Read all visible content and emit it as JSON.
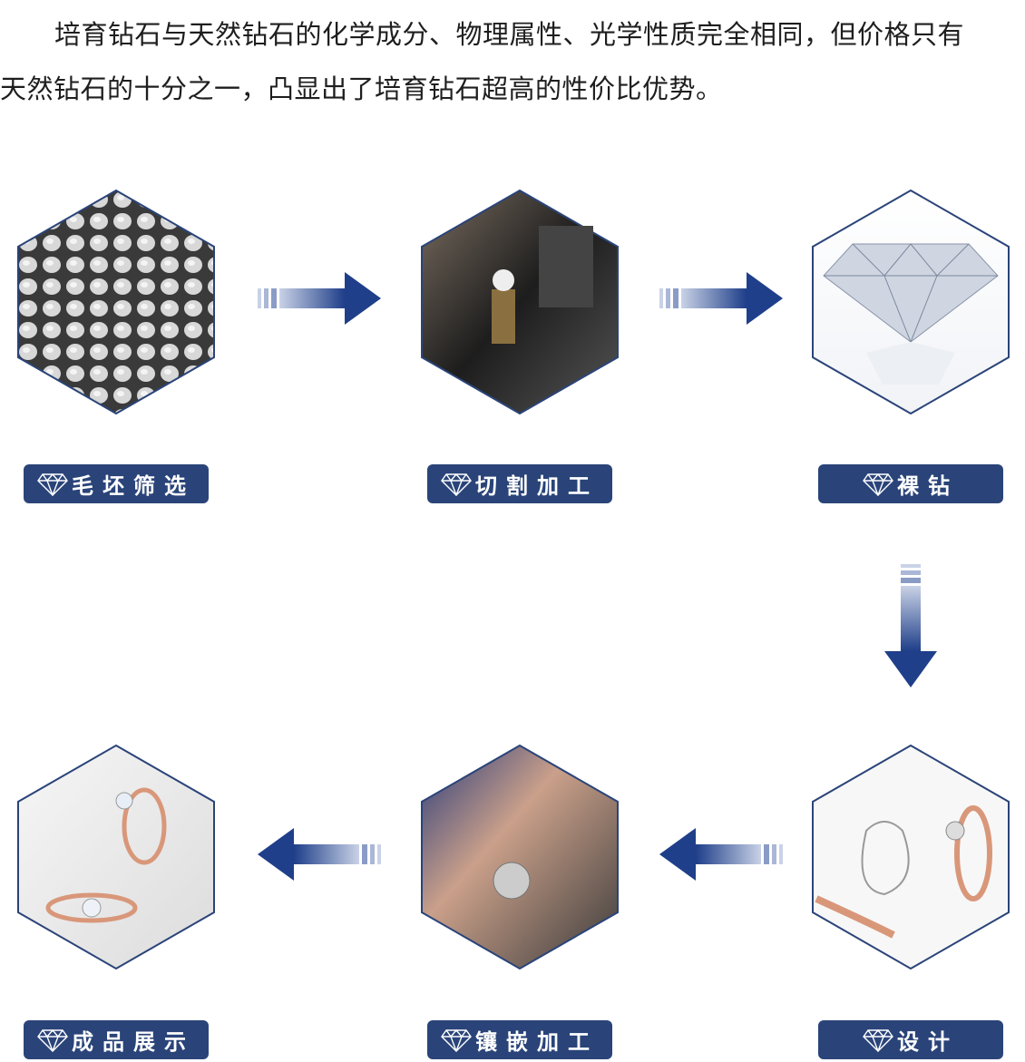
{
  "intro": {
    "line1": "培育钻石与天然钻石的化学成分、物理属性、光学性质完全相同，但价格只有",
    "line2": "天然钻石的十分之一，凸显出了培育钻石超高的性价比优势。"
  },
  "steps": [
    {
      "label": "毛坯筛选",
      "icon": "diamond-icon"
    },
    {
      "label": "切割加工",
      "icon": "diamond-icon"
    },
    {
      "label": "裸钻",
      "icon": "diamond-icon"
    },
    {
      "label": "设计",
      "icon": "diamond-icon"
    },
    {
      "label": "镶嵌加工",
      "icon": "diamond-icon"
    },
    {
      "label": "成品展示",
      "icon": "diamond-icon"
    }
  ],
  "colors": {
    "brand": "#2a4479",
    "arrow": "#1f3f8a"
  }
}
